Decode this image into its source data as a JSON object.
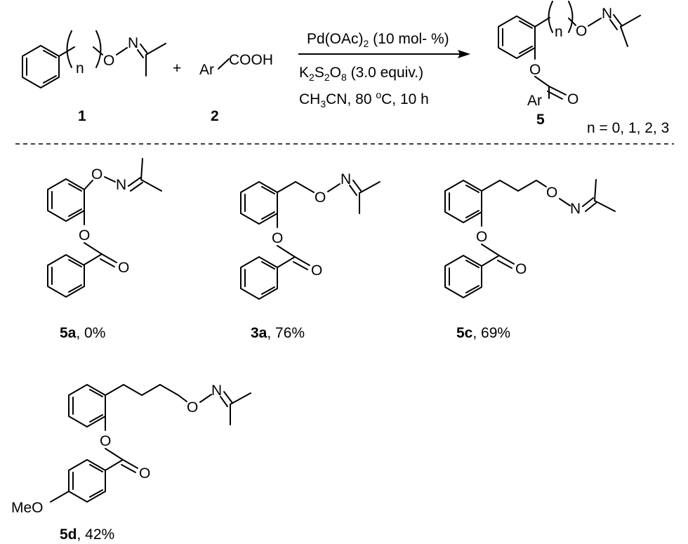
{
  "reaction": {
    "reactant1": {
      "label": "1",
      "O": "O",
      "N": "N",
      "n": "n"
    },
    "plus": "+",
    "reactant2": {
      "label": "2",
      "ar": "Ar",
      "cooh": "COOH"
    },
    "conditions": {
      "line1": {
        "a": "Pd(OAc)",
        "a_sub": "2",
        "b": " (10 mol- %)"
      },
      "line2": {
        "k": "K",
        "k_sub": "2",
        "s": "S",
        "s_sub": "2",
        "o": "O",
        "o_sub": "8",
        "rest": " (3.0 equiv.)"
      },
      "line3": {
        "ch": "CH",
        "ch_sub": "3",
        "cn": "CN, 80 ",
        "deg": "o",
        "rest": "C, 10 h"
      }
    },
    "product": {
      "label": "5",
      "n": "n",
      "O_link": "O",
      "N": "N",
      "O_ester": "O",
      "O_carbonyl": "O",
      "ar": "Ar",
      "n_values": "n = 0, 1, 2, 3"
    }
  },
  "examples": [
    {
      "id": "5a",
      "name": "5a",
      "yield": ", 0%"
    },
    {
      "id": "3a",
      "name": "3a",
      "yield": ", 76%"
    },
    {
      "id": "5c",
      "name": "5c",
      "yield": ", 69%"
    },
    {
      "id": "5d",
      "name": "5d",
      "yield": ", 42%"
    }
  ],
  "atoms": {
    "O": "O",
    "N": "N",
    "MeO": "MeO"
  }
}
